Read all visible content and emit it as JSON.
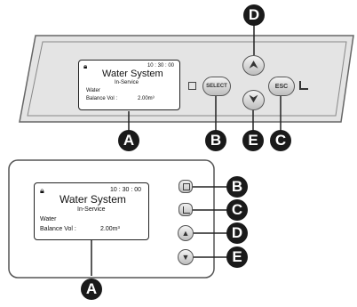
{
  "top_panel": {
    "screen": {
      "time": "10 : 30 : 00",
      "title": "Water System",
      "status": "In-Service",
      "line1": "Water",
      "balance_label": "Balance  Vol :",
      "balance_value": "2.00m³"
    },
    "select_label": "SELECT",
    "esc_label": "ESC",
    "callouts": {
      "a": "A",
      "b": "B",
      "c": "C",
      "d": "D",
      "e": "E"
    }
  },
  "bottom_panel": {
    "screen": {
      "time": "10 : 30 : 00",
      "title": "Water System",
      "status": "In-Service",
      "line1": "Water",
      "balance_label": "Balance  Vol :",
      "balance_value": "2.00m³"
    },
    "callouts": {
      "a": "A",
      "b": "B",
      "c": "C",
      "d": "D",
      "e": "E"
    }
  }
}
